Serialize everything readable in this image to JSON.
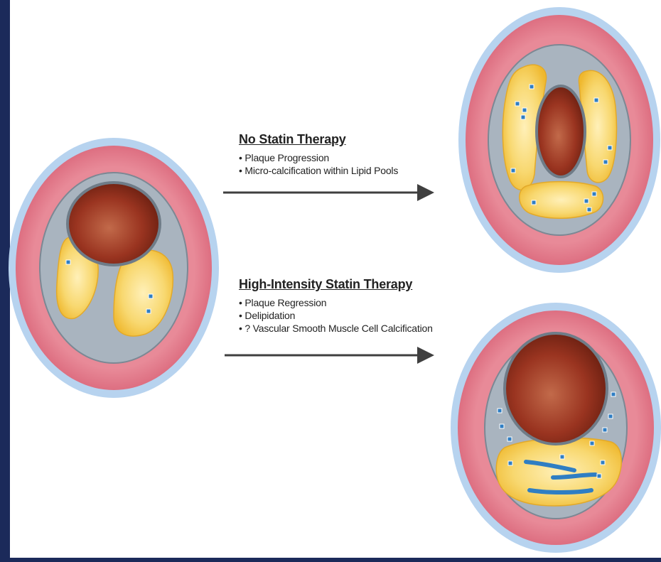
{
  "colors": {
    "frame": "#1b2a5a",
    "adventitia": "#b7d3ef",
    "media": "#e07a8a",
    "intima": "#a9b4bf",
    "lumen": "#8b2a17",
    "lipid": "#f4c94a",
    "calcification": "#2f7ec3",
    "arrow": "#3f3f3f"
  },
  "no_statin": {
    "title": "No Statin Therapy",
    "items": [
      "Plaque Progression",
      "Micro-calcification within Lipid Pools"
    ]
  },
  "high_intensity": {
    "title": "High-Intensity Statin Therapy",
    "items": [
      "Plaque Regression",
      "Delipidation",
      "? Vascular Smooth Muscle Cell Calcification"
    ]
  }
}
